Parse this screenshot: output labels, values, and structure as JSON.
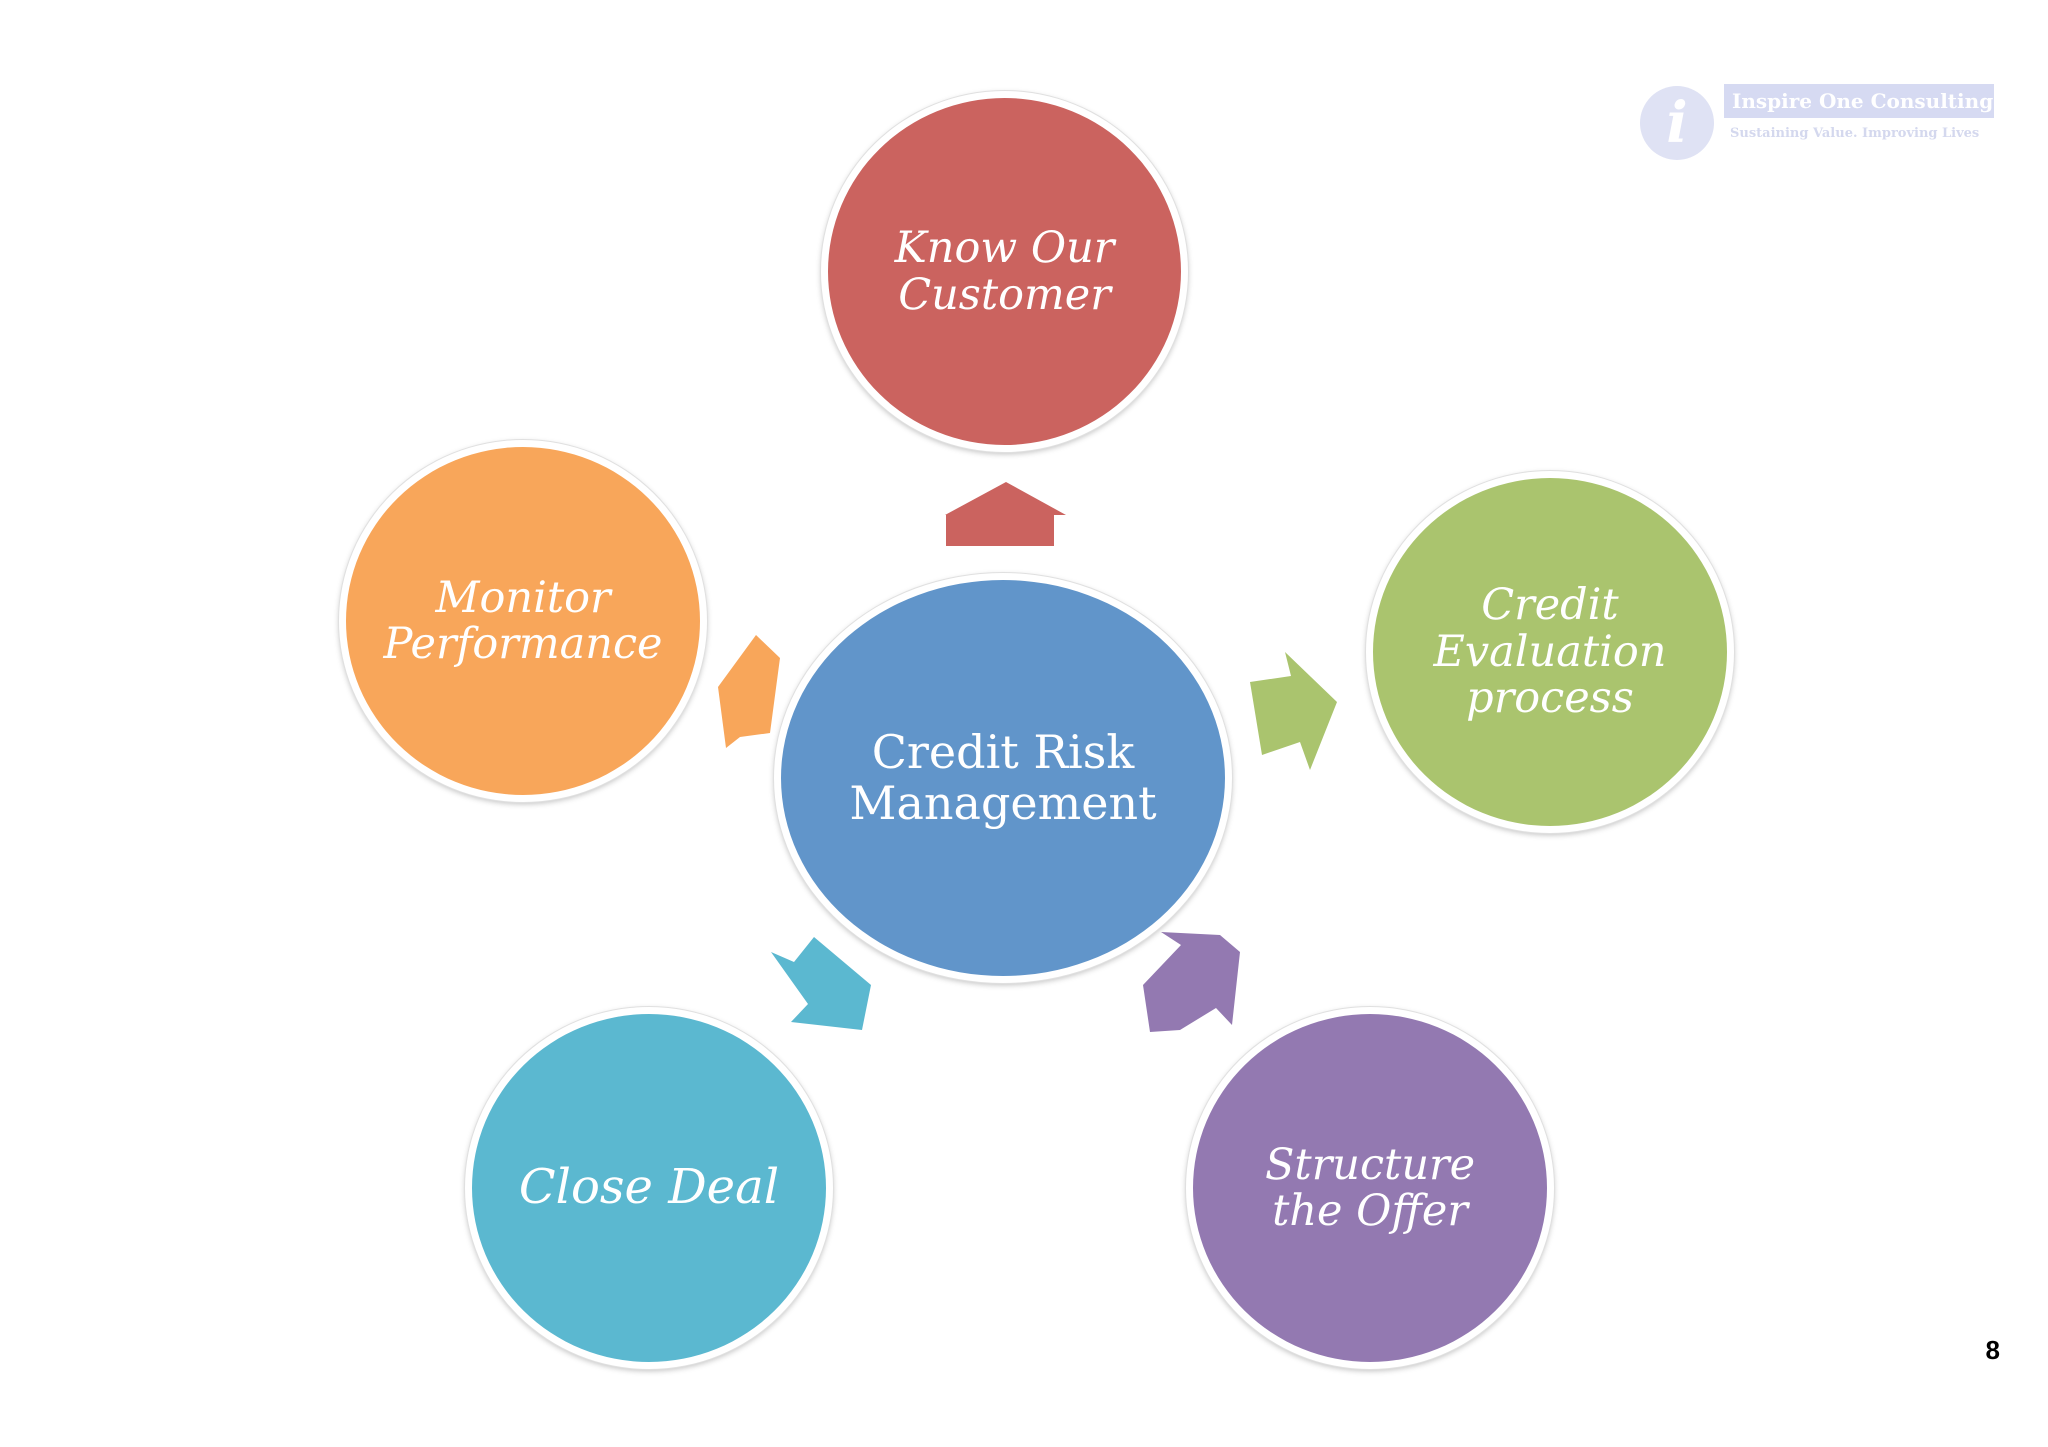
{
  "diagram": {
    "center": {
      "label": "Credit Risk\nManagement",
      "color": "#6195ca"
    },
    "nodes": [
      {
        "id": "know-our-customer",
        "label": "Know Our\nCustomer",
        "color": "#cb635f"
      },
      {
        "id": "credit-evaluation-process",
        "label": "Credit\nEvaluation\nprocess",
        "color": "#aac46e"
      },
      {
        "id": "structure-the-offer",
        "label": "Structure\nthe Offer",
        "color": "#9379b1"
      },
      {
        "id": "close-deal",
        "label": "Close Deal",
        "color": "#5bb8d0"
      },
      {
        "id": "monitor-performance",
        "label": "Monitor\nPerformance",
        "color": "#f8a65a"
      }
    ]
  },
  "logo": {
    "mark": "i",
    "name": "Inspire One Consulting",
    "tagline": "Sustaining Value. Improving Lives"
  },
  "page_number": "8"
}
